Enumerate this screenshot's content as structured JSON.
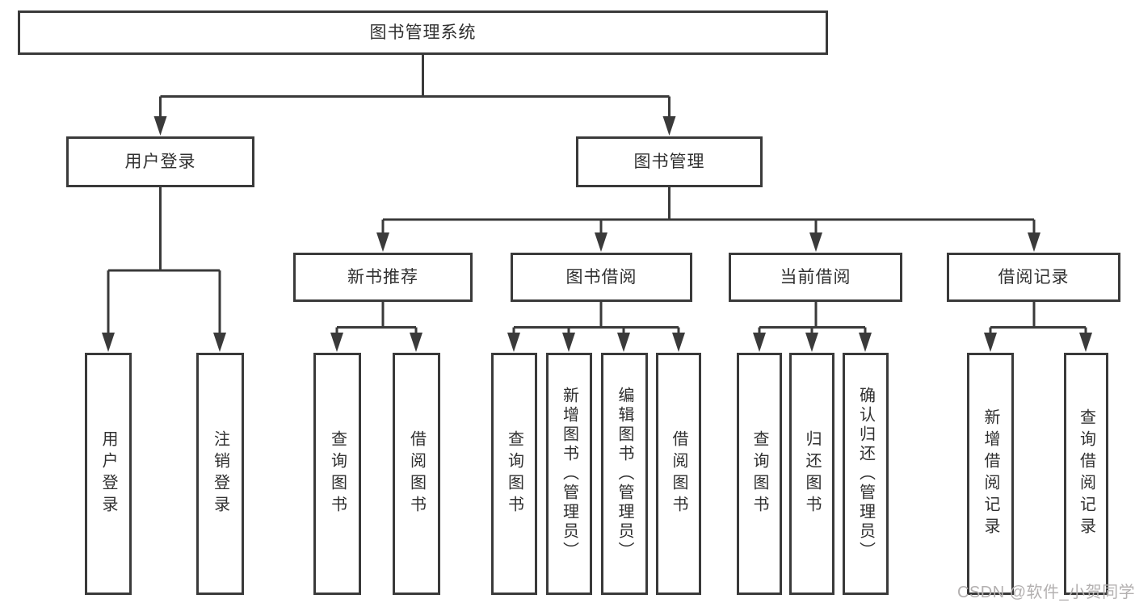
{
  "root": {
    "label": "图书管理系统"
  },
  "branches": [
    {
      "label": "用户登录"
    },
    {
      "label": "图书管理"
    }
  ],
  "modules": [
    {
      "label": "新书推荐"
    },
    {
      "label": "图书借阅"
    },
    {
      "label": "当前借阅"
    },
    {
      "label": "借阅记录"
    }
  ],
  "leaves": [
    {
      "label": "用户登录"
    },
    {
      "label": "注销登录"
    },
    {
      "label": "查询图书"
    },
    {
      "label": "借阅图书"
    },
    {
      "label": "查询图书"
    },
    {
      "label": "新增图书（管理员）"
    },
    {
      "label": "编辑图书（管理员）"
    },
    {
      "label": "借阅图书"
    },
    {
      "label": "查询图书"
    },
    {
      "label": "归还图书"
    },
    {
      "label": "确认归还（管理员）"
    },
    {
      "label": "新增借阅记录"
    },
    {
      "label": "查询借阅记录"
    }
  ],
  "watermark": {
    "label": "CSDN @软件_小贺同学"
  },
  "colors": {
    "line": "#3a3a3a",
    "text": "#303030",
    "background": "#ffffff",
    "watermark": "#b3b0b0"
  }
}
